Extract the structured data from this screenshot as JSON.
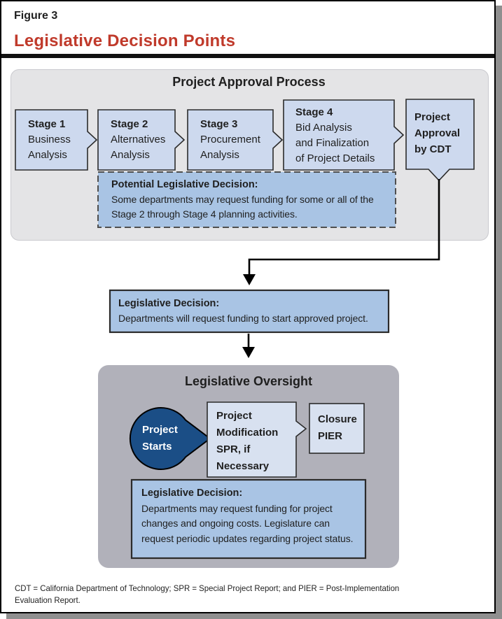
{
  "header": {
    "figure_label": "Figure 3",
    "title": "Legislative Decision Points"
  },
  "approval_process": {
    "title": "Project Approval Process",
    "stages": [
      {
        "heading": "Stage 1",
        "lines": [
          "Business",
          "Analysis"
        ]
      },
      {
        "heading": "Stage 2",
        "lines": [
          "Alternatives",
          "Analysis"
        ]
      },
      {
        "heading": "Stage 3",
        "lines": [
          "Procurement",
          "Analysis"
        ]
      },
      {
        "heading": "Stage 4",
        "lines": [
          "Bid Analysis",
          "and Finalization",
          "of Project Details"
        ]
      }
    ],
    "approval_box": {
      "lines": [
        "Project",
        "Approval",
        "by CDT"
      ]
    },
    "potential_decision": {
      "heading": "Potential Legislative Decision:",
      "body": "Some departments may request funding for some or all of the Stage 2 through Stage 4 planning activities."
    }
  },
  "legislative_decision_mid": {
    "heading": "Legislative Decision:",
    "body": "Departments will request funding to start approved project."
  },
  "oversight": {
    "title": "Legislative Oversight",
    "project_starts": {
      "lines": [
        "Project",
        "Starts"
      ]
    },
    "modification_box": {
      "lines": [
        "Project",
        "Modification",
        "SPR, if",
        "Necessary"
      ]
    },
    "closure_box": {
      "lines": [
        "Closure",
        "PIER"
      ]
    },
    "decision": {
      "heading": "Legislative Decision:",
      "body": "Departments may request funding for project changes and ongoing costs. Legislature can request periodic updates regarding project status."
    }
  },
  "footnote": {
    "lines": [
      "CDT = California Department of Technology; SPR = Special Project Report; and PIER = Post-Implementation",
      "Evaluation Report."
    ]
  },
  "colors": {
    "title_red": "#C03A2B",
    "rule_black": "#111111",
    "panel_gray_light": "#E4E4E6",
    "panel_gray_dark": "#B1B1BA",
    "stage_blue": "#CDD9EE",
    "decision_blue": "#A9C4E4",
    "light_blue": "#D8E1F0",
    "dark_blue": "#1B4E86",
    "shape_stroke": "#2B2B2B",
    "text_dark": "#1F1F1F",
    "shadow_gray": "#8F8F8F"
  }
}
